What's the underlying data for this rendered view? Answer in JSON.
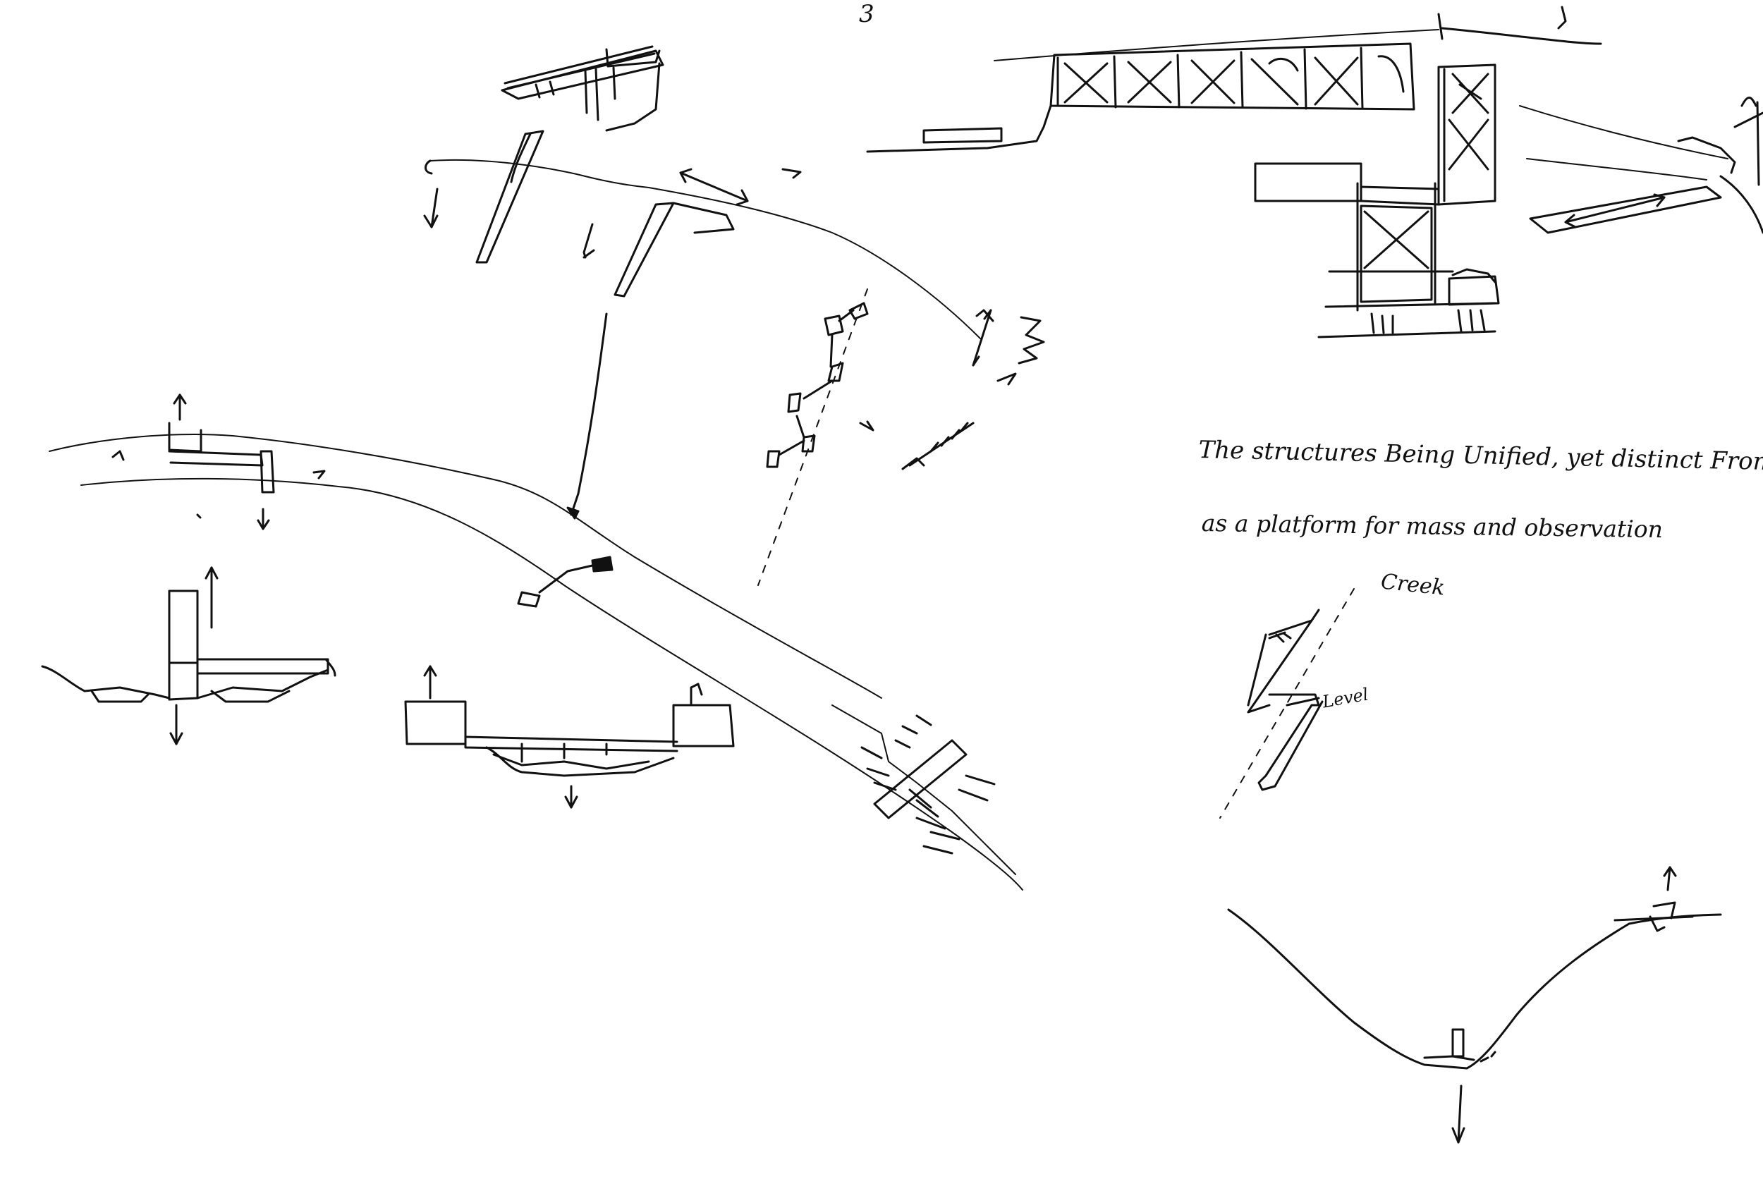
{
  "notes": {
    "annotation_line1": "The structures Being Unified, yet distinct From The landscape, used",
    "annotation_line2": "as a platform for mass and observation",
    "creek_label": "Creek",
    "level_label": "Level",
    "corner_mark": "3"
  },
  "colors": {
    "paper": "#ffffff",
    "ink": "#111111"
  },
  "icons": {
    "arrows": "arrow-icon",
    "hatching": "hatch-marks"
  }
}
